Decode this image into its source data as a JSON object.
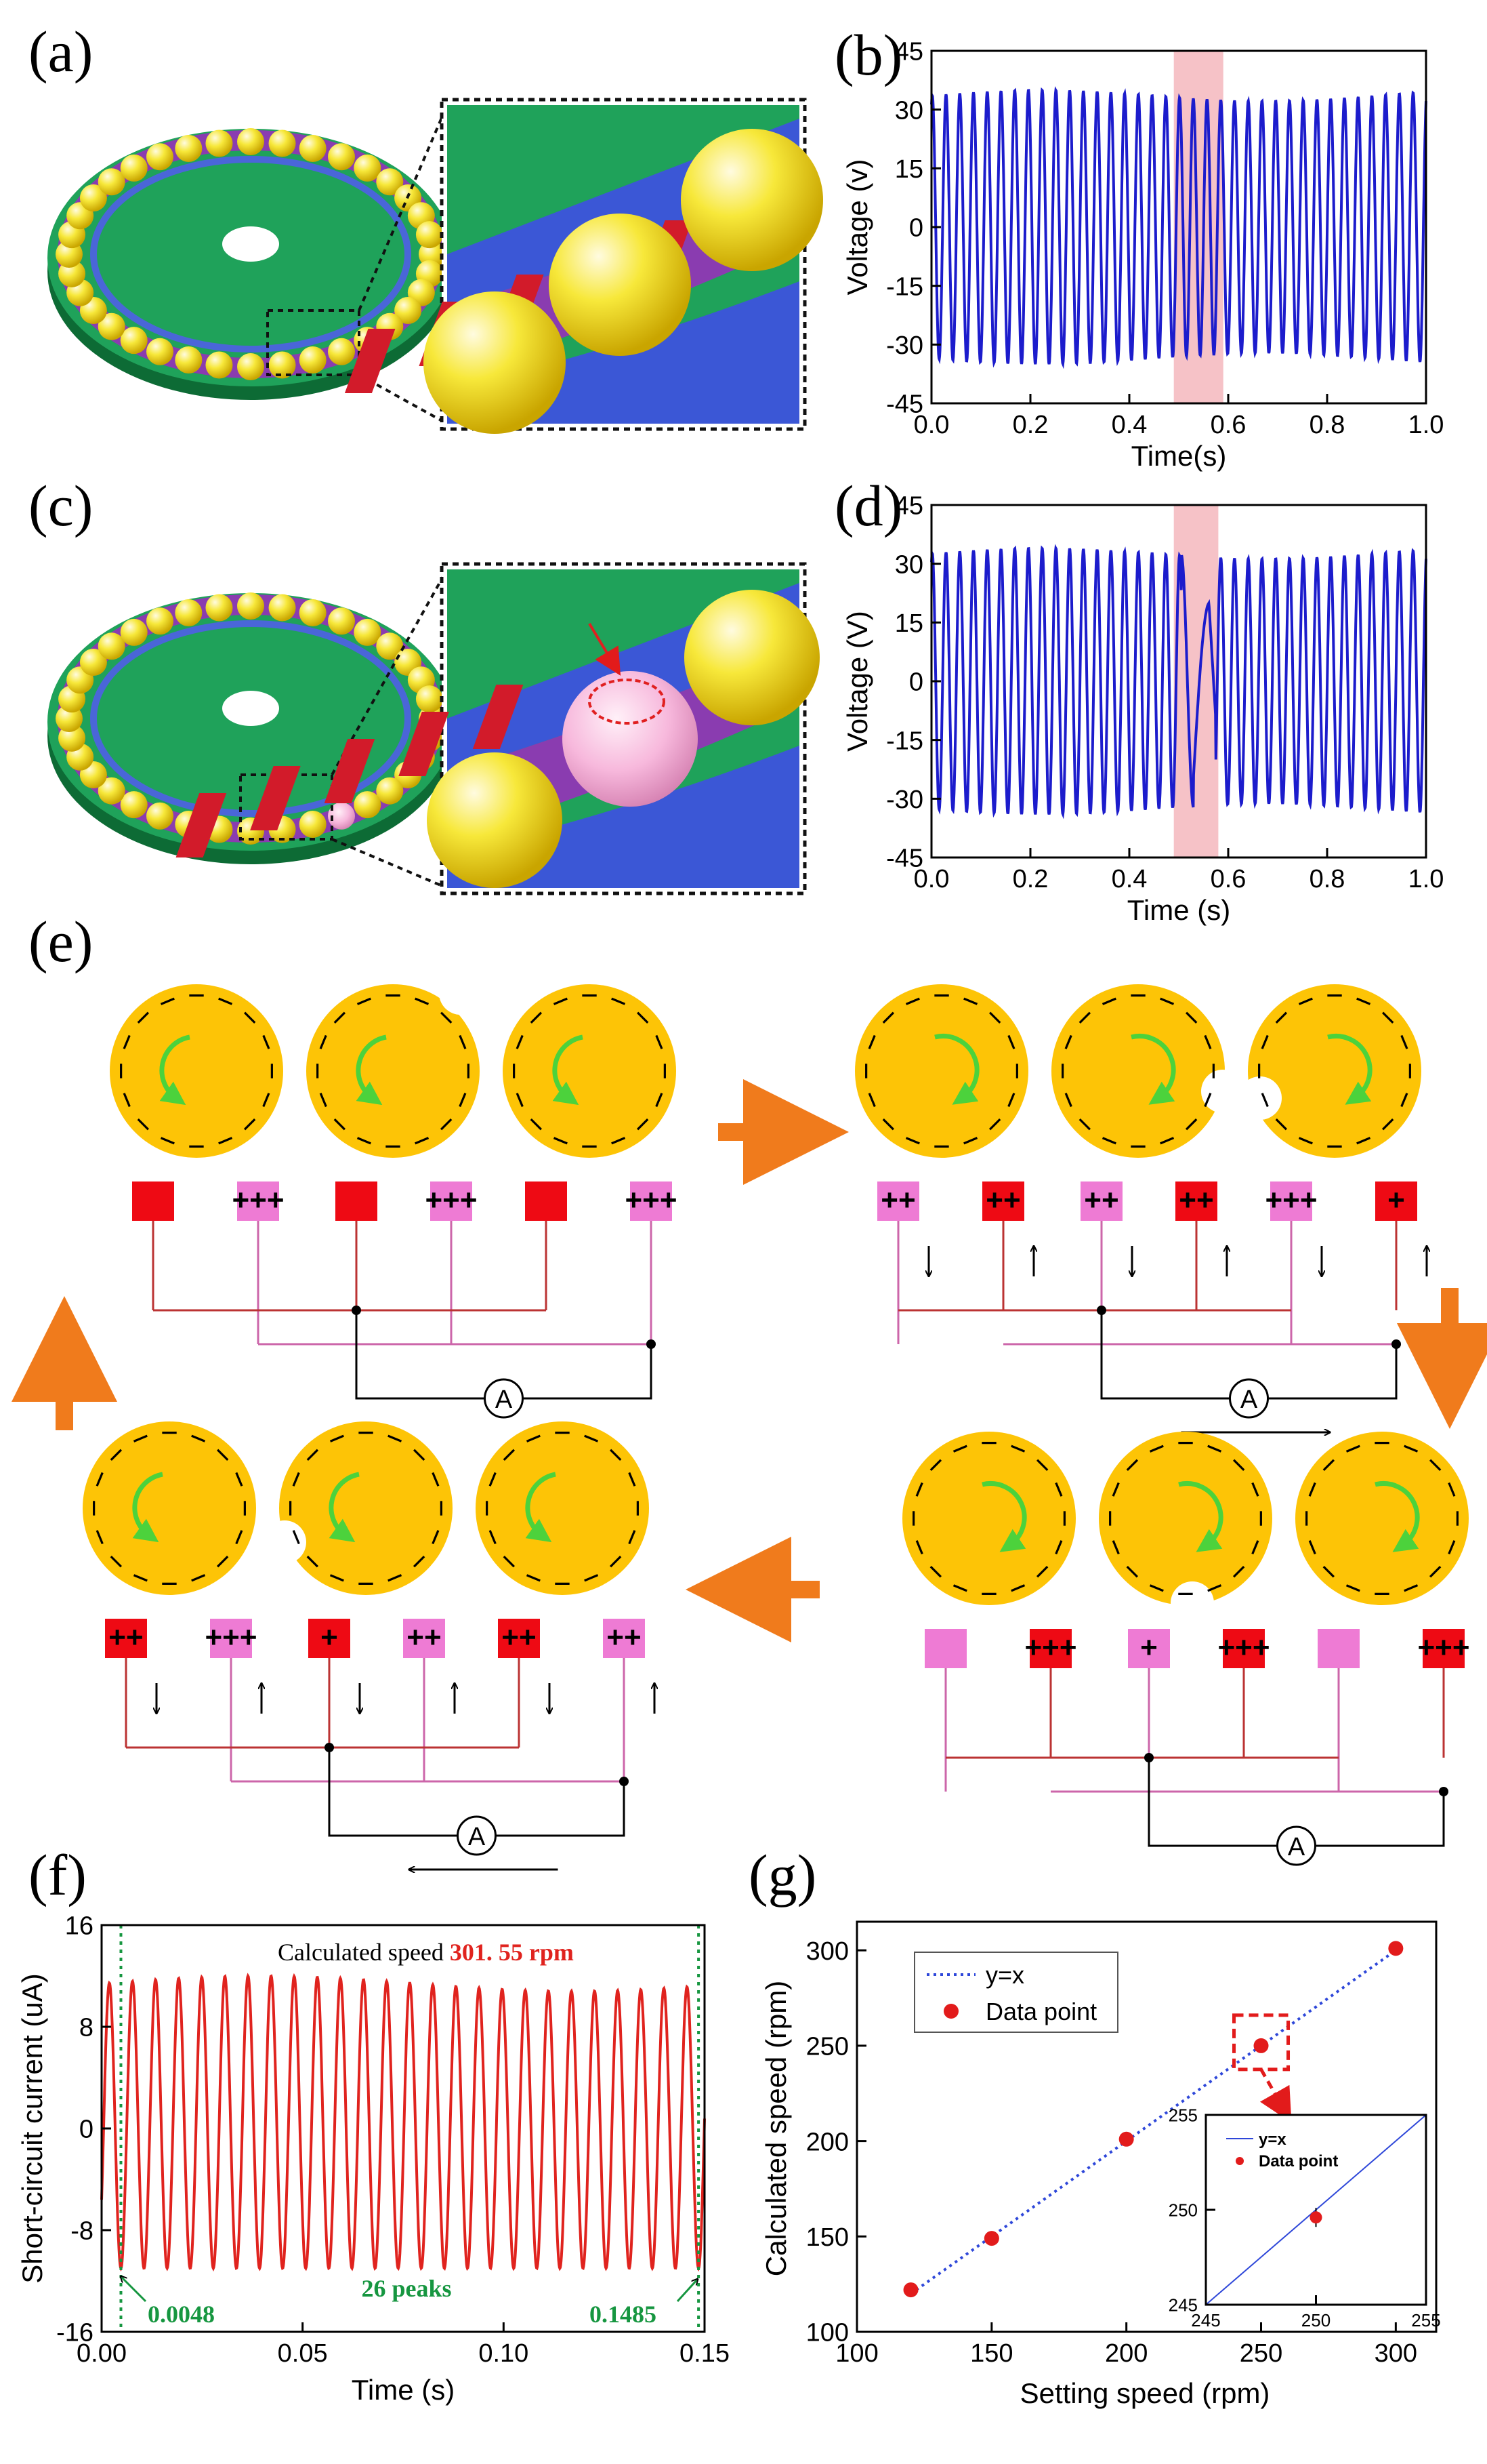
{
  "panels": {
    "a": "(a)",
    "b": "(b)",
    "c": "(c)",
    "d": "(d)",
    "e": "(e)",
    "f": "(f)",
    "g": "(g)"
  },
  "colors": {
    "ball": "#f7e83a",
    "pink_ball": "#f7b8dc",
    "disk": "#1fa25a",
    "rail": "#8a3cb0",
    "blue": "#3b57d6",
    "voltage_line": "#1c1ccc",
    "current_line": "#e0231e",
    "highlight": "#f4b7bd",
    "pad_red": "#ee0a14",
    "pad_pink": "#ee7bd4",
    "ball_orange": "#fdc406",
    "arrow_green": "#4cd23c",
    "arrow_orange": "#f07b1c",
    "fit_line": "#2e47d9",
    "point": "#e21b1b",
    "annot_green": "#169640"
  },
  "icons": [
    "ammeter-icon",
    "flow-arrow-icon",
    "rotation-arrow-icon",
    "magnify-arrow-icon"
  ],
  "chart_data": [
    {
      "panel": "b",
      "type": "line",
      "xlabel": "Time(s)",
      "ylabel": "Voltage (v)",
      "xlim": [
        0,
        1
      ],
      "ylim": [
        -45,
        45
      ],
      "xticks": [
        "0.0",
        "0.2",
        "0.4",
        "0.6",
        "0.8",
        "1.0"
      ],
      "yticks": [
        "45",
        "30",
        "15",
        "0",
        "-15",
        "-30",
        "-45"
      ],
      "peaks": 36,
      "amplitude": 35,
      "highlight_x": [
        0.49,
        0.59
      ],
      "grid": false
    },
    {
      "panel": "d",
      "type": "line",
      "xlabel": "Time (s)",
      "ylabel": "Voltage (V)",
      "xlim": [
        0,
        1
      ],
      "ylim": [
        -45,
        45
      ],
      "xticks": [
        "0.0",
        "0.2",
        "0.4",
        "0.6",
        "0.8",
        "1.0"
      ],
      "yticks": [
        "45",
        "30",
        "15",
        "0",
        "-15",
        "-30",
        "-45"
      ],
      "peaks": 36,
      "amplitude": 34,
      "highlight_x": [
        0.49,
        0.58
      ],
      "grid": false
    },
    {
      "panel": "f",
      "type": "line",
      "xlabel": "Time (s)",
      "ylabel": "Short-circuit current (uA)",
      "xlim": [
        0,
        0.15
      ],
      "ylim": [
        -16,
        16
      ],
      "xticks": [
        "0.00",
        "0.05",
        "0.10",
        "0.15"
      ],
      "yticks": [
        "16",
        "8",
        "0",
        "-8",
        "-16"
      ],
      "peaks": 26,
      "amplitude_top": 12,
      "amplitude_bottom": -11,
      "annotations": {
        "title_prefix": "Calculated speed",
        "speed": "301. 55 rpm",
        "peaks": "26 peaks",
        "start": "0.0048",
        "end": "0.1485"
      },
      "markers_x": [
        0.0048,
        0.1485
      ]
    },
    {
      "panel": "g",
      "type": "scatter",
      "xlabel": "Setting speed (rpm)",
      "ylabel": "Calculated speed (rpm)",
      "xlim": [
        100,
        315
      ],
      "ylim": [
        100,
        315
      ],
      "xticks": [
        "100",
        "150",
        "200",
        "250",
        "300"
      ],
      "yticks": [
        "100",
        "150",
        "200",
        "250",
        "300"
      ],
      "series": [
        {
          "name": "y=x",
          "type": "line",
          "x": [
            122,
            300
          ],
          "y": [
            122,
            300
          ]
        },
        {
          "name": "Data point",
          "type": "scatter",
          "x": [
            120,
            150,
            200,
            250,
            300
          ],
          "y": [
            122,
            149,
            201,
            250,
            301
          ]
        }
      ],
      "legend": "top-left",
      "inset": {
        "xlim": [
          245,
          255
        ],
        "ylim": [
          245,
          255
        ],
        "xticks": [
          "245",
          "250",
          "255"
        ],
        "yticks": [
          "245",
          "250",
          "255"
        ],
        "series": [
          {
            "name": "y=x",
            "x": [
              245,
              255
            ],
            "y": [
              245,
              255
            ]
          },
          {
            "name": "Data point",
            "x": [
              250
            ],
            "y": [
              249.6
            ],
            "err": 0.5
          }
        ]
      }
    }
  ],
  "diagram_e": {
    "ammeter": "A",
    "stage1_pads": [
      "",
      "+++",
      "",
      "+++",
      "",
      "+++"
    ],
    "stage2_pads": [
      "++",
      "++",
      "++",
      "++",
      "+++",
      "+"
    ],
    "stage3_pads": [
      "",
      "+++",
      "+",
      "+++",
      "",
      "+++"
    ],
    "stage4_pads": [
      "++",
      "+++",
      "+",
      "++",
      "++",
      "++"
    ],
    "charge": "−"
  }
}
